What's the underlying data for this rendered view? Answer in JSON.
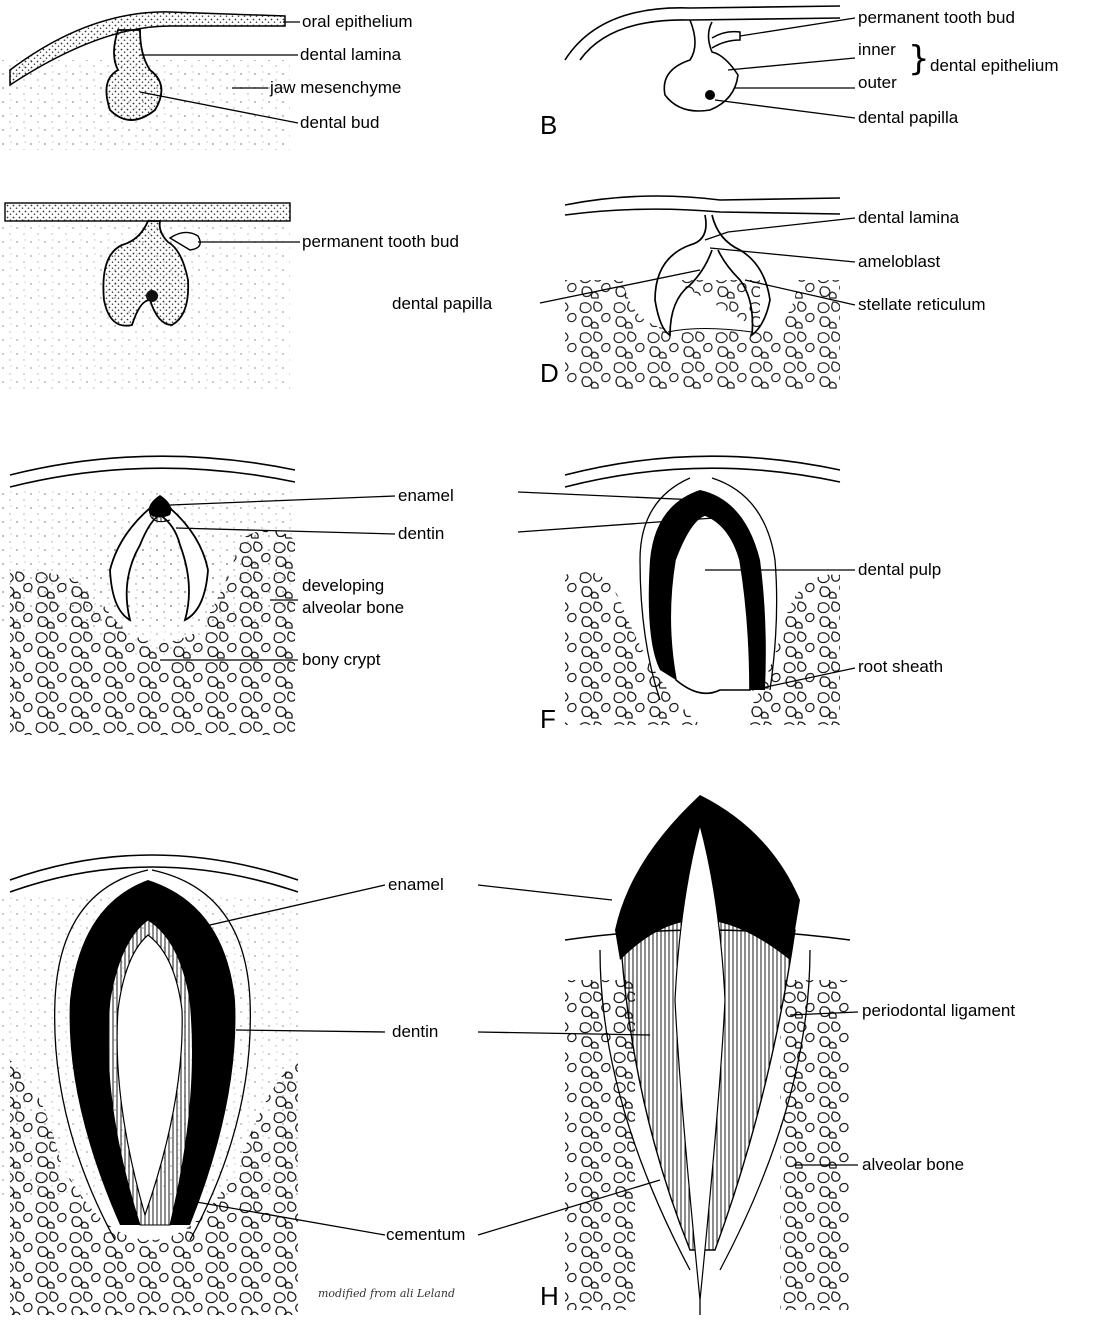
{
  "panels": {
    "A": {
      "labels": [
        "oral epithelium",
        "dental lamina",
        "jaw mesenchyme",
        "dental bud"
      ]
    },
    "B": {
      "letter": "B",
      "labels": [
        "permanent tooth bud",
        "inner",
        "outer",
        "dental epithelium",
        "dental papilla"
      ]
    },
    "C": {
      "labels": [
        "permanent tooth bud"
      ]
    },
    "D": {
      "letter": "D",
      "labels": [
        "dental lamina",
        "ameloblast",
        "dental papilla",
        "stellate reticulum"
      ]
    },
    "E": {
      "labels": [
        "enamel",
        "dentin",
        "developing",
        "alveolar bone",
        "bony crypt"
      ]
    },
    "F": {
      "letter": "F",
      "labels": [
        "dental pulp",
        "root sheath"
      ]
    },
    "G": {
      "labels": [
        "enamel",
        "dentin",
        "cementum"
      ],
      "credit": "modified from ali Leland"
    },
    "H": {
      "letter": "H",
      "labels": [
        "periodontal ligament",
        "alveolar bone"
      ]
    }
  },
  "colors": {
    "ink": "#000000",
    "stipple": "#555555",
    "tissue": "#2a2a2a",
    "background": "#ffffff"
  }
}
